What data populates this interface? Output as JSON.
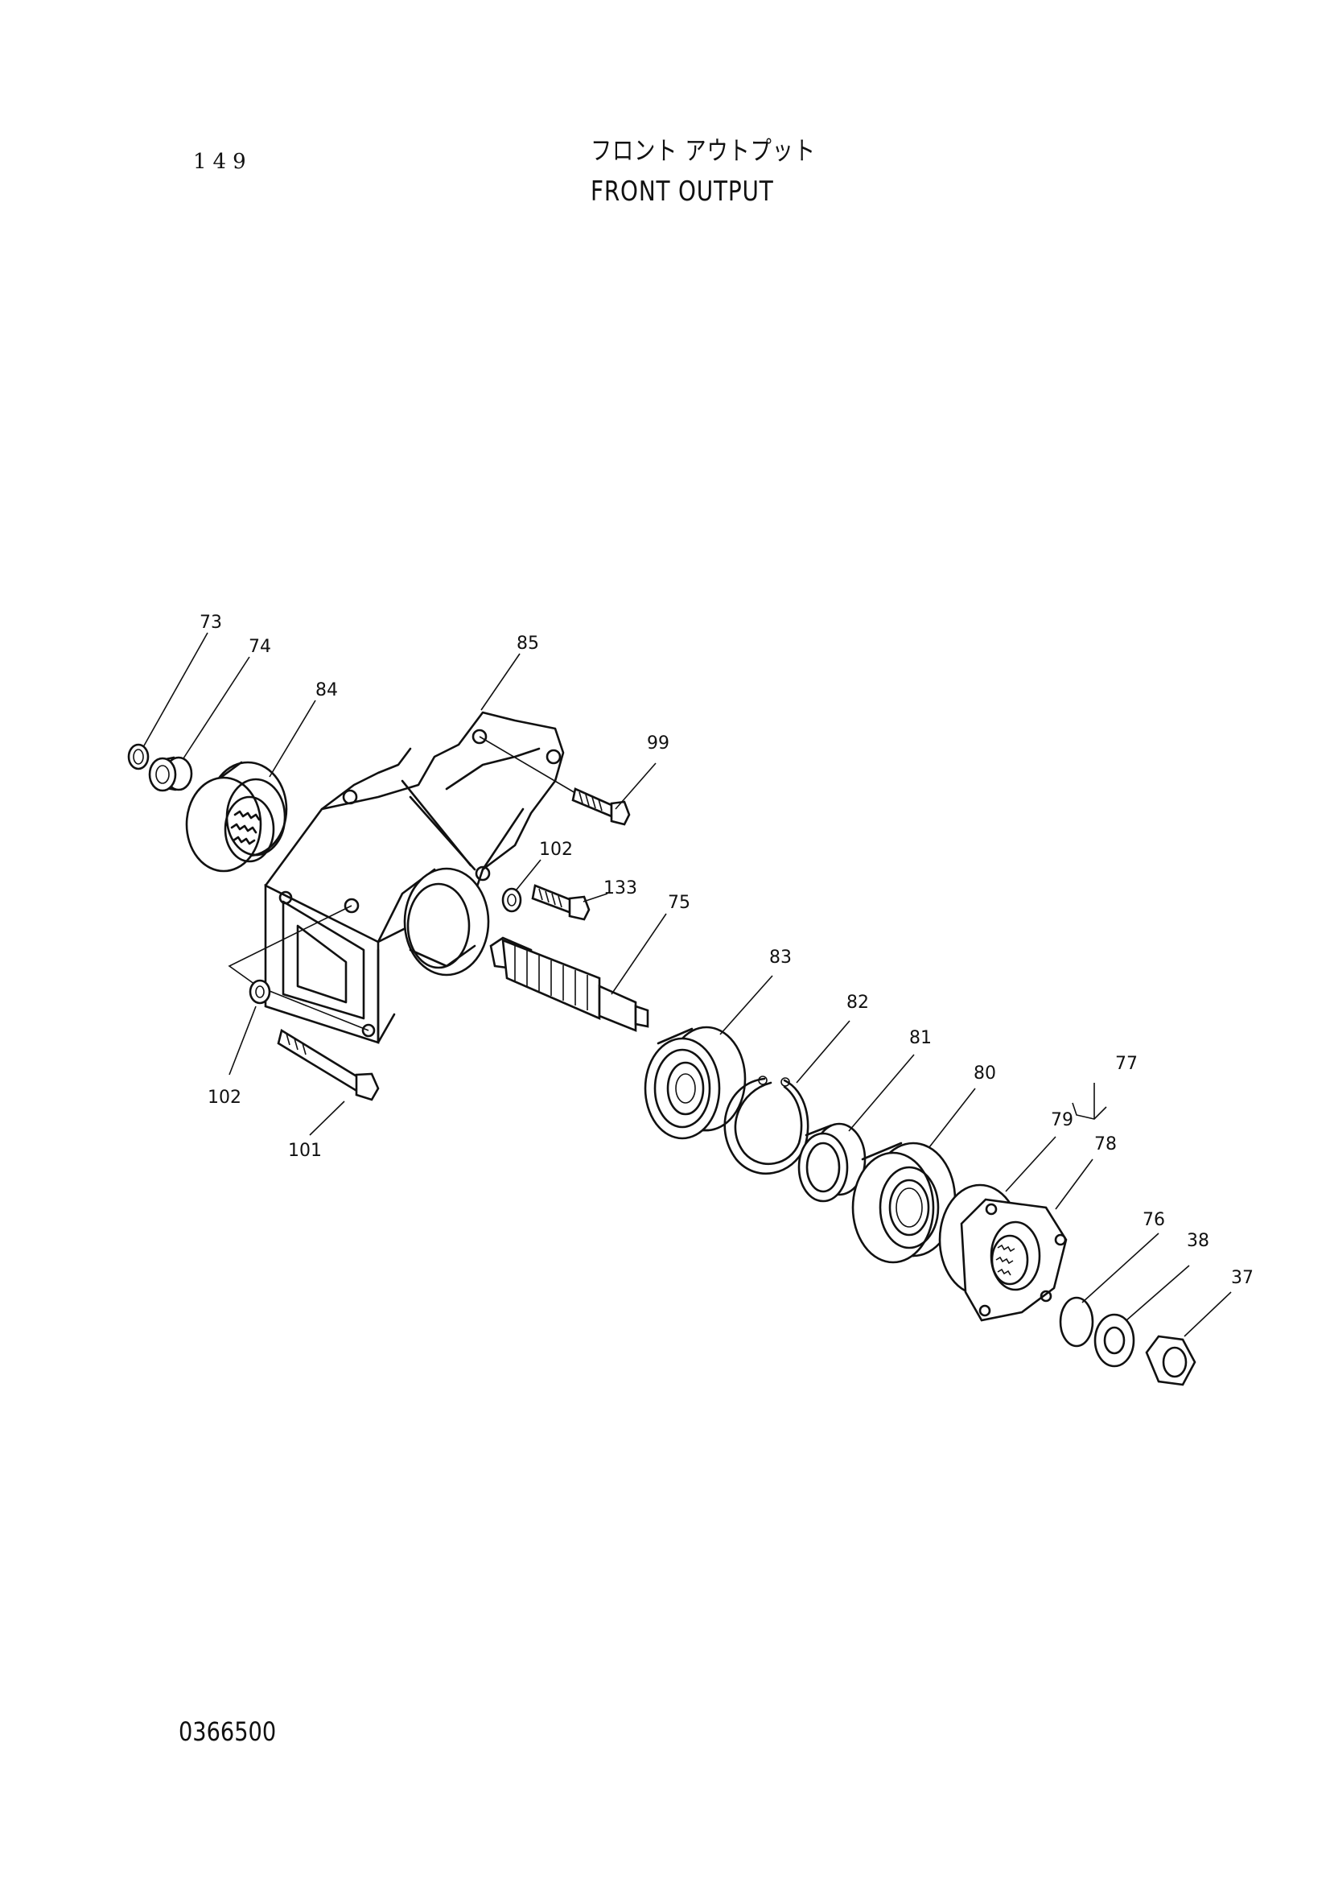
{
  "header": {
    "page_number": "149",
    "title_jp": "フロント アウトプット",
    "title_en": "FRONT OUTPUT"
  },
  "footer": {
    "document_code": "0366500"
  },
  "callouts": [
    {
      "id": "73",
      "label": "73"
    },
    {
      "id": "74",
      "label": "74"
    },
    {
      "id": "84",
      "label": "84"
    },
    {
      "id": "85",
      "label": "85"
    },
    {
      "id": "99",
      "label": "99"
    },
    {
      "id": "102a",
      "label": "102"
    },
    {
      "id": "133",
      "label": "133"
    },
    {
      "id": "75",
      "label": "75"
    },
    {
      "id": "83",
      "label": "83"
    },
    {
      "id": "82",
      "label": "82"
    },
    {
      "id": "81",
      "label": "81"
    },
    {
      "id": "80",
      "label": "80"
    },
    {
      "id": "77",
      "label": "77"
    },
    {
      "id": "79",
      "label": "79"
    },
    {
      "id": "78",
      "label": "78"
    },
    {
      "id": "76",
      "label": "76"
    },
    {
      "id": "38",
      "label": "38"
    },
    {
      "id": "37",
      "label": "37"
    },
    {
      "id": "102b",
      "label": "102"
    },
    {
      "id": "101",
      "label": "101"
    }
  ]
}
